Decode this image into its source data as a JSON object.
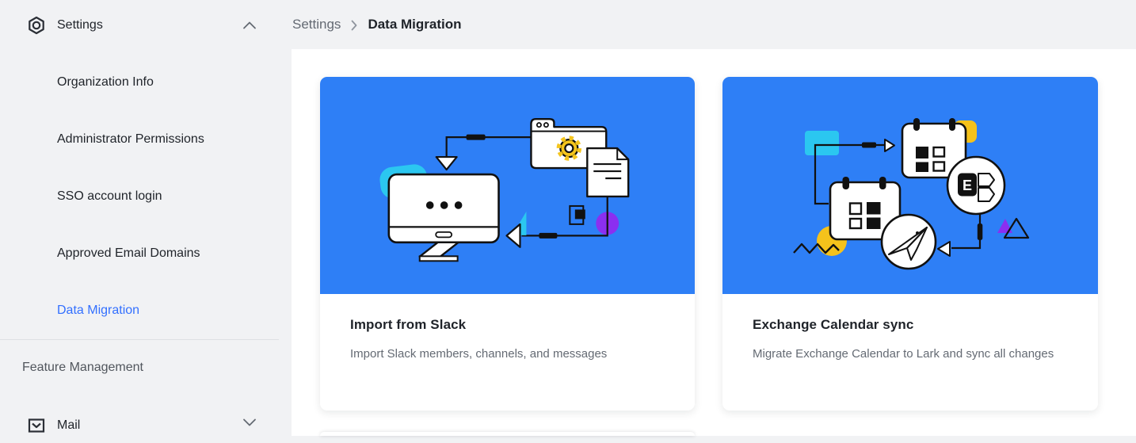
{
  "sidebar": {
    "group": {
      "label": "Settings",
      "items": [
        {
          "label": "Organization Info",
          "active": false
        },
        {
          "label": "Administrator Permissions",
          "active": false
        },
        {
          "label": "SSO account login",
          "active": false
        },
        {
          "label": "Approved Email Domains",
          "active": false
        },
        {
          "label": "Data Migration",
          "active": true
        }
      ]
    },
    "feature_management_label": "Feature Management",
    "mail_label": "Mail"
  },
  "breadcrumb": {
    "parent": "Settings",
    "current": "Data Migration"
  },
  "cards": [
    {
      "title": "Import from Slack",
      "description": "Import Slack members, channels, and messages",
      "illustration": "monitor-browser-gear-document-flow"
    },
    {
      "title": "Exchange Calendar sync",
      "description": "Migrate Exchange Calendar to Lark and sync all changes",
      "illustration": "calendars-exchange-logo-paper-plane-flow"
    }
  ],
  "icons": {
    "sidebar_group": "settings-nut-icon",
    "sidebar_mail": "mail-envelope-icon",
    "group_state": "chevron-up-icon",
    "mail_state": "chevron-down-icon",
    "breadcrumb_separator": "chevron-right-icon"
  },
  "colors": {
    "page_background": "#f1f2f4",
    "panel_background": "#ffffff",
    "active_link": "#3370ff",
    "illustration_background": "#2e7ff6",
    "illustration_cyan": "#2bc7f0",
    "illustration_yellow": "#f5c21b",
    "illustration_purple": "#8b2ff0",
    "text_primary": "#1f2329",
    "text_secondary": "#646a73"
  }
}
